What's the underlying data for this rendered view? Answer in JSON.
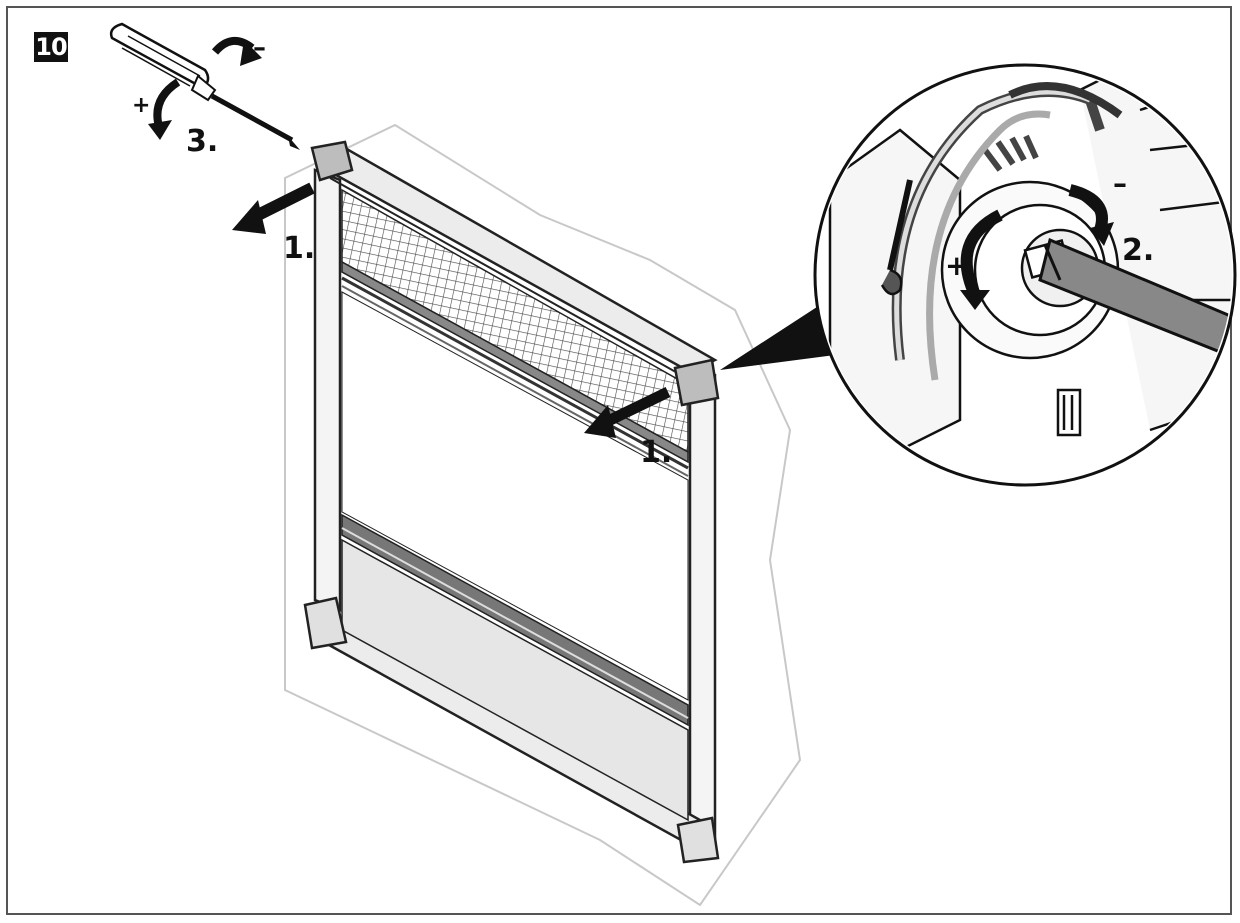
{
  "step": {
    "number": "10"
  },
  "labels": {
    "pull_out_left": "1.",
    "pull_out_right": "1.",
    "adjust_spring": "2.",
    "screw_adjust": "3.",
    "plus": "+",
    "minus": "–"
  },
  "colors": {
    "line": "#222222",
    "frame_fill": "#f4f4f4",
    "cap_fill": "#bdbdbd",
    "mesh": "#555555",
    "wall_outline": "#c8c8c8",
    "bottom_panel": "#e6e6e6"
  },
  "icons": [
    "screwdriver-icon",
    "rotate-arrow-icon",
    "pull-arrow-icon",
    "spring-mechanism-detail-icon"
  ]
}
